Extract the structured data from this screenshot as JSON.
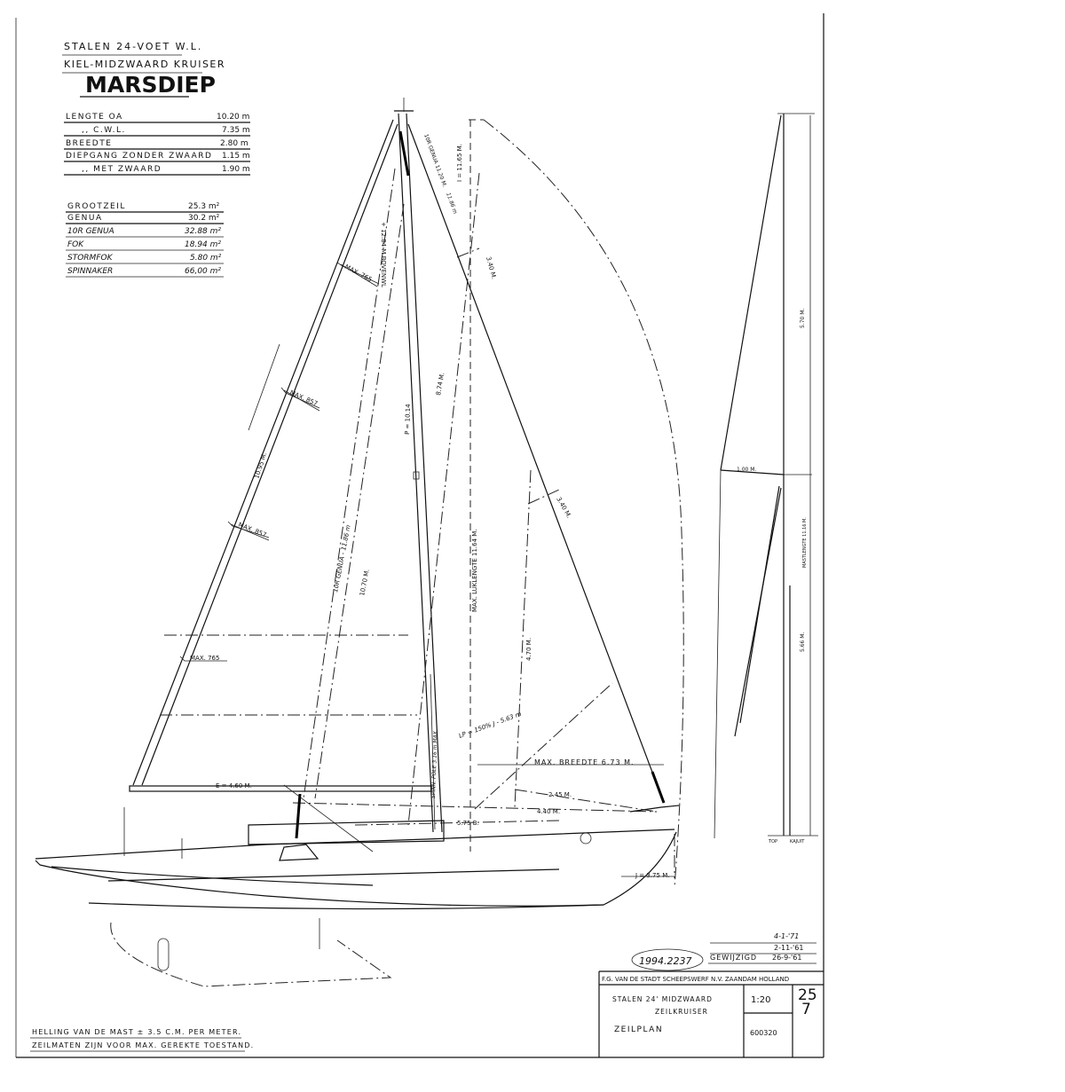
{
  "header": {
    "line1": "STALEN 24-VOET W.L.",
    "line2": "KIEL-MIDZWAARD KRUISER",
    "title": "MARSDIEP"
  },
  "dimensions": [
    {
      "label": "LENGTE OA",
      "value": "10.20 m"
    },
    {
      "label": ",,  C.W.L.",
      "value": "7.35 m"
    },
    {
      "label": "BREEDTE",
      "value": "2.80 m"
    },
    {
      "label": "DIEPGANG ZONDER ZWAARD",
      "value": "1.15 m"
    },
    {
      "label": ",,  MET ZWAARD",
      "value": "1.90 m"
    }
  ],
  "sails": [
    {
      "label": "GROOTZEIL",
      "value": "25.3 m²"
    },
    {
      "label": "GENUA",
      "value": "30.2 m²"
    },
    {
      "label": "10R GENUA",
      "value": "32.88 m²"
    },
    {
      "label": "FOK",
      "value": "18.94 m²"
    },
    {
      "label": "STORMFOK",
      "value": "5.80 m²"
    },
    {
      "label": "SPINNAKER",
      "value": "66,00 m²"
    }
  ],
  "drawing_labels": {
    "batten1": "MAX. 765",
    "batten2": "MAX. 857",
    "batten3": "MAX. 857",
    "batten4": "MAX. 765",
    "leech": "10.95 M.",
    "genoa_luff": "10R GENUA - 11.86 m",
    "fok_luff": "10.70 M.",
    "p": "P = 10.14",
    "forestay_part": "8.74 M.",
    "max_luff": "MAX. LUKLENGTE 11.64 M.",
    "lp": "LP = 150% J - 5.63 m",
    "max_breedte": "MAX. BREEDTE 6.73 M.",
    "d245": "2.45 M.",
    "d440": "4.40 M.",
    "d575": "5.75 B.",
    "e": "E = 4.60 M.",
    "j": "J = 3.75 M.",
    "i": "I = 11.65 M.",
    "top_genoa": "10R GENUA 11.20 M.",
    "top_genoa2": "11.86 m",
    "d340a": "3.40 M.",
    "d340b": "3.40 M.",
    "d470": "4.70 M.",
    "spin": "SPINN. POLE 3.16 m MAX.",
    "mast_top_note": "+ 12.84 M BOVENWL",
    "d570": "5.70 M.",
    "d566": "5.66 M.",
    "spreader": "1.00 M.",
    "mastlengte": "MASTLENGTE 11.16 M.",
    "top": "TOP",
    "kajuit": "KAJUIT"
  },
  "notes": {
    "note1": "HELLING VAN DE MAST ± 3.5 C.M. PER METER.",
    "note2": "ZEILMATEN ZIJN VOOR MAX. GEREKTE TOESTAND."
  },
  "revisions": {
    "rev1": "4-1-'71",
    "rev2": "2-11-'61",
    "rev3_label": "GEWIJZIGD",
    "rev3": "26-9-'61",
    "stamp": "1994.2237"
  },
  "title_block": {
    "company": "F.G. VAN DE STADT SCHEEPSWERF N.V. ZAANDAM HOLLAND",
    "desc1": "STALEN 24' MIDZWAARD",
    "desc2": "ZEILKRUISER",
    "drawing": "ZEILPLAN",
    "scale": "1:20",
    "number": "600320",
    "sheet_top": "25",
    "sheet_bottom": "7"
  }
}
